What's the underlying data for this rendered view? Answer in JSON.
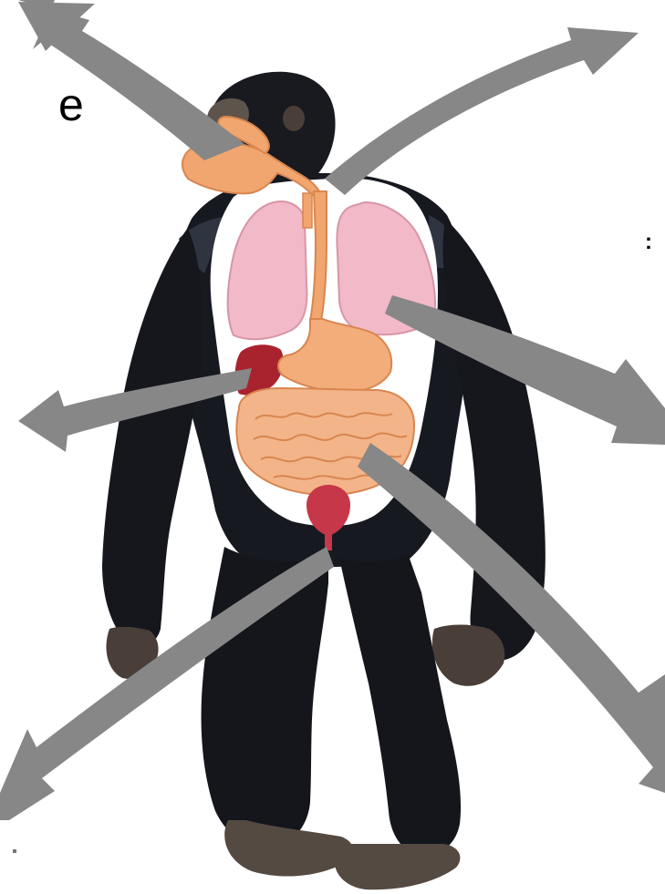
{
  "labels": {
    "left_edge_fragment": "e",
    "right_edge_fragment": ":"
  },
  "colors": {
    "background": "#ffffff",
    "arrow": "#878787",
    "fur_dark": "#14161c",
    "fur_mid": "#2a2e38",
    "skin": "#6b5d52",
    "body_cavity": "#ffffff",
    "lungs": "#f2b9c9",
    "trachea_mouth": "#f0a66e",
    "stomach": "#f2ad7a",
    "intestines": "#f4b489",
    "liver": "#a9232e",
    "bladder": "#c6374a"
  },
  "arrows": [
    {
      "name": "arrow-upper-left",
      "points_to": "mouth"
    },
    {
      "name": "arrow-upper-right",
      "points_to": "trachea"
    },
    {
      "name": "arrow-right",
      "points_to": "lungs"
    },
    {
      "name": "arrow-left",
      "points_to": "liver"
    },
    {
      "name": "arrow-lower-right",
      "points_to": "intestines"
    },
    {
      "name": "arrow-lower-left",
      "points_to": "bladder"
    }
  ]
}
